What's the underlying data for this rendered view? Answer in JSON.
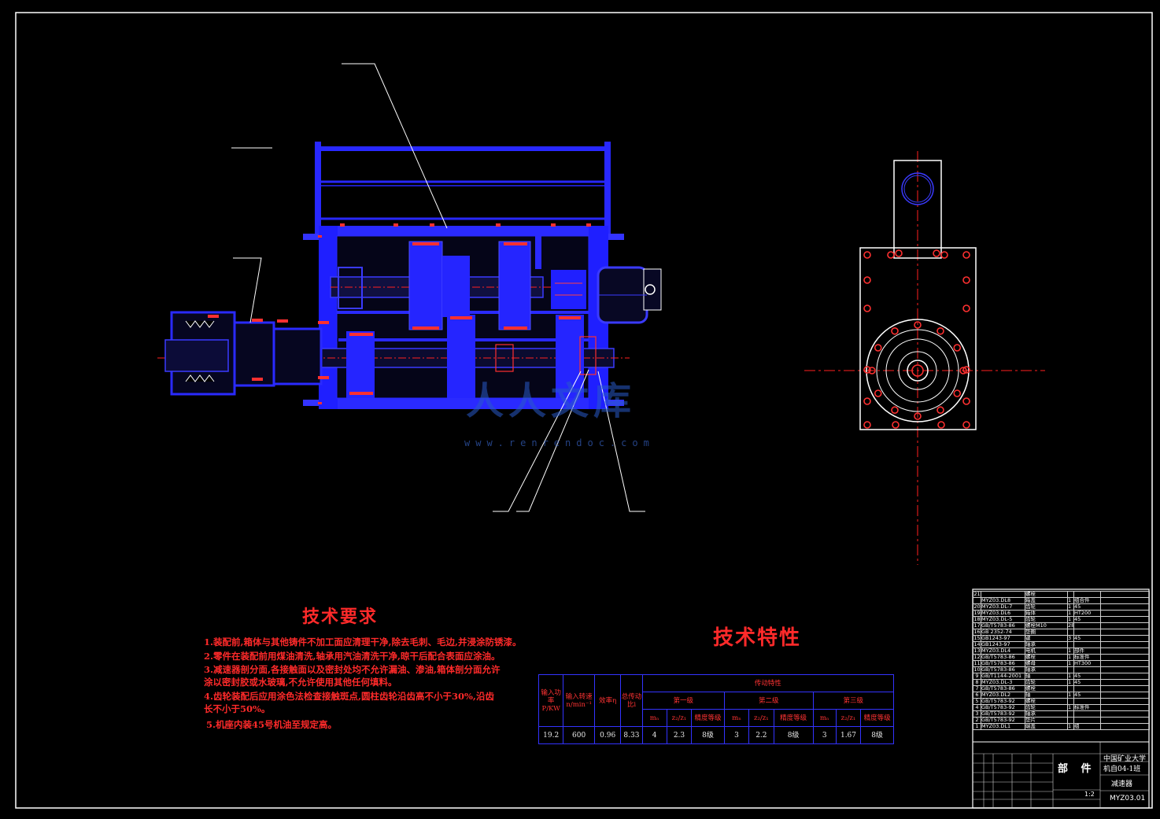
{
  "drawing": {
    "watermark_cn": "人人文库",
    "watermark_url": "www.renrendoc.com"
  },
  "requirements": {
    "title": "技术要求",
    "lines": [
      "1.装配前,箱体与其他铸件不加工面应清理干净,除去毛刺、毛边,并浸涂防锈漆。",
      "2.零件在装配前用煤油清洗,轴承用汽油清洗干净,晾干后配合表面应涂油。",
      "3.减速器剖分面,各接触面以及密封处均不允许漏油、渗油,箱体剖分面允许",
      "涂以密封胶或水玻璃,不允许使用其他任何填料。",
      "4.齿轮装配后应用涂色法检查接触斑点,圆柱齿轮沿齿高不小于30%,沿齿",
      "长不小于50%。",
      "5.机座内装45号机油至规定高。"
    ]
  },
  "features": {
    "title": "技术特性",
    "table": {
      "head": {
        "power": "输入功率P/KW",
        "speed": "输入转速n/min⁻¹",
        "eff": "效率η",
        "ratio": "总传动比i",
        "group": "传动特性",
        "stage1": "第一级",
        "stage2": "第二级",
        "stage3": "第三级",
        "mn": "mₙ",
        "z": "z₂/z₁",
        "grade": "精度等级"
      },
      "values": {
        "power": "19.2",
        "speed": "600",
        "eff": "0.96",
        "ratio": "8.33",
        "s1_mn": "4",
        "s1_z": "2.3",
        "s1_grade": "8级",
        "s2_mn": "3",
        "s2_z": "2.2",
        "s2_grade": "8级",
        "s3_mn": "3",
        "s3_z": "1.67",
        "s3_grade": "8级"
      }
    }
  },
  "bom": {
    "rows": [
      {
        "no": "21",
        "code": "",
        "name": "螺栓",
        "qty": "",
        "mat": ""
      },
      {
        "no": "",
        "code": "MYZ03.DL8",
        "name": "箱盖",
        "qty": "1",
        "mat": "组合件"
      },
      {
        "no": "20",
        "code": "MYZ03.DL-7",
        "name": "齿轮",
        "qty": "1",
        "mat": "45"
      },
      {
        "no": "19",
        "code": "MYZ03.DL6",
        "name": "箱体",
        "qty": "1",
        "mat": "HT200"
      },
      {
        "no": "18",
        "code": "MYZ03.DL-5",
        "name": "齿轮",
        "qty": "1",
        "mat": "45"
      },
      {
        "no": "17",
        "code": "GB/T5783-86",
        "name": "螺栓M10",
        "qty": "28",
        "mat": ""
      },
      {
        "no": "16",
        "code": "GB 2352-74",
        "name": "垫圈",
        "qty": "",
        "mat": ""
      },
      {
        "no": "15",
        "code": "GB1243-97",
        "name": "键",
        "qty": "3",
        "mat": "45"
      },
      {
        "no": "14",
        "code": "GB1243-97",
        "name": "轴承",
        "qty": "",
        "mat": ""
      },
      {
        "no": "13",
        "code": "MYZ03.DL4",
        "name": "电机",
        "qty": "1",
        "mat": "部件"
      },
      {
        "no": "12",
        "code": "GB/T5783-86",
        "name": "螺栓",
        "qty": "1",
        "mat": "标准件"
      },
      {
        "no": "11",
        "code": "GB/T5783-86",
        "name": "螺母",
        "qty": "1",
        "mat": "HT300"
      },
      {
        "no": "10",
        "code": "GB/T5783-86",
        "name": "轴承",
        "qty": "",
        "mat": ""
      },
      {
        "no": "9",
        "code": "GB/T1144-2001",
        "name": "轴",
        "qty": "1",
        "mat": "45"
      },
      {
        "no": "8",
        "code": "MYZ03.DL-3",
        "name": "齿轮",
        "qty": "1",
        "mat": "45"
      },
      {
        "no": "7",
        "code": "GB/T5783-86",
        "name": "螺栓",
        "qty": "",
        "mat": ""
      },
      {
        "no": "6",
        "code": "MYZ03.DL2",
        "name": "轴",
        "qty": "1",
        "mat": "45"
      },
      {
        "no": "5",
        "code": "GB/T5783-92",
        "name": "螺栓",
        "qty": "",
        "mat": ""
      },
      {
        "no": "4",
        "code": "GB/T5783-92",
        "name": "齿轮",
        "qty": "1",
        "mat": "标准件"
      },
      {
        "no": "3",
        "code": "GB/T5783-92",
        "name": "轴承",
        "qty": "",
        "mat": ""
      },
      {
        "no": "2",
        "code": "GB/T5783-92",
        "name": "垫片",
        "qty": "",
        "mat": ""
      },
      {
        "no": "1",
        "code": "MYZ03.DL1",
        "name": "端盖",
        "qty": "1",
        "mat": "组"
      }
    ]
  },
  "titleblock": {
    "school": "中国矿业大学",
    "class": "机自04-1班",
    "part": "部 件",
    "name": "减速器",
    "drawing_no": "MYZ03.01",
    "scale": "1:2"
  },
  "colors": {
    "outline": "#ffffff",
    "body": "#3030ff",
    "section": "#1a1aff",
    "gear": "#2020ff",
    "centerline": "#ff2020",
    "text_red": "#ff2a2a"
  }
}
